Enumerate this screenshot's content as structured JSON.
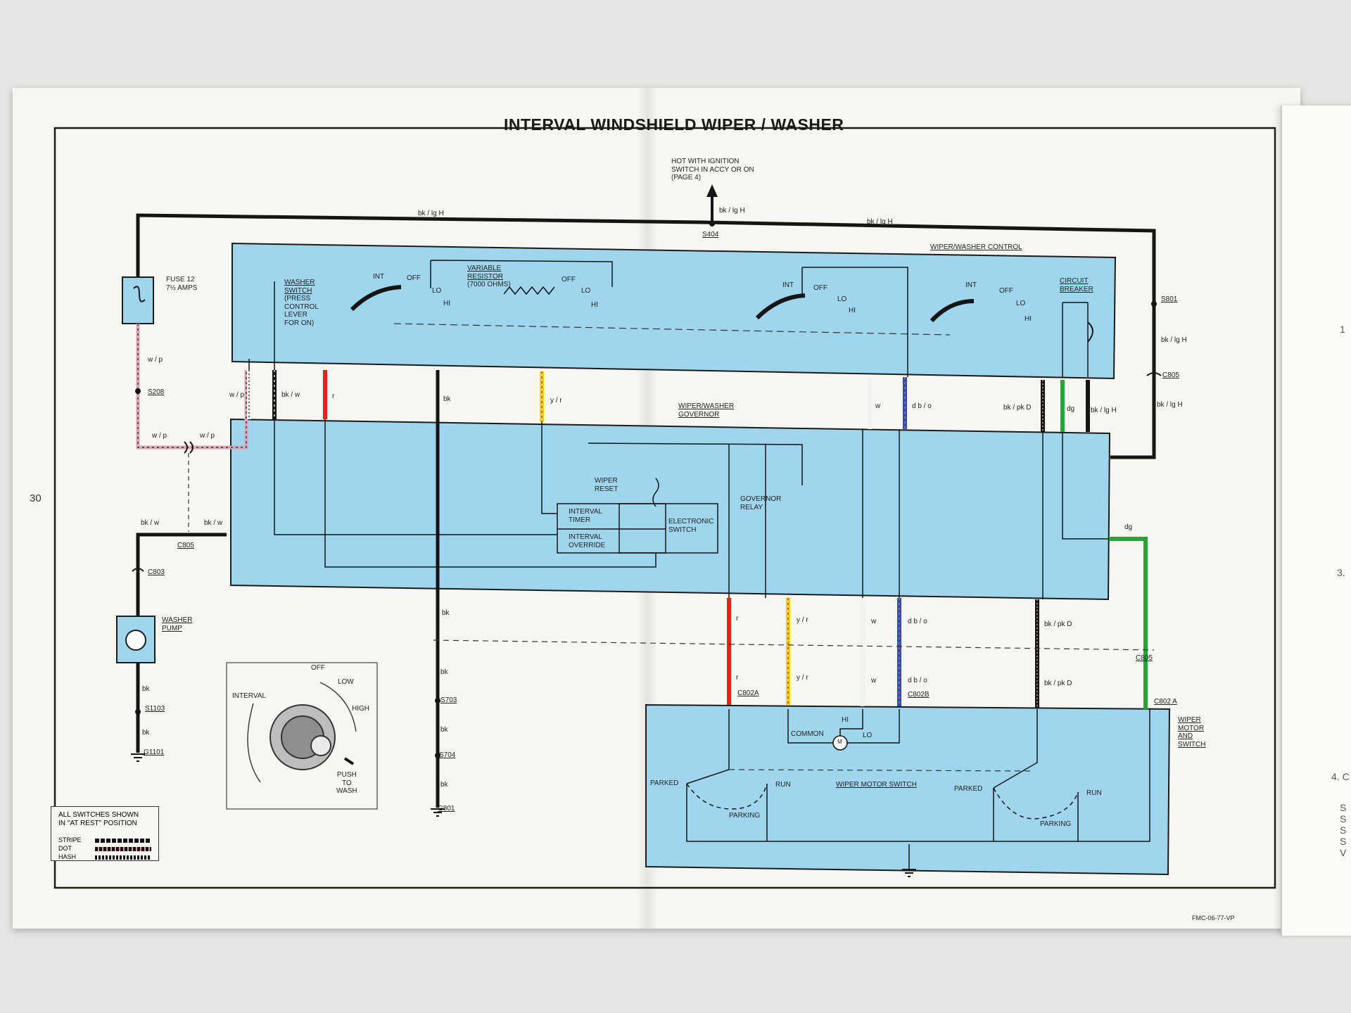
{
  "title": "INTERVAL WINDSHIELD WIPER / WASHER",
  "page_number": "30",
  "doc_code": "FMC-06-77-VP",
  "hot_note": [
    "HOT WITH IGNITION",
    "SWITCH IN ACCY OR ON",
    "(PAGE 4)"
  ],
  "fuse": [
    "FUSE 12",
    "7½ AMPS"
  ],
  "control_label": "WIPER/WASHER CONTROL",
  "washer_switch": [
    "WASHER",
    "SWITCH",
    "(PRESS",
    "CONTROL",
    "LEVER",
    "FOR ON)"
  ],
  "variable_resistor": [
    "VARIABLE",
    "RESISTOR",
    "(7000 OHMS)"
  ],
  "circuit_breaker": [
    "CIRCUIT",
    "BREAKER"
  ],
  "governor_label": [
    "WIPER/WASHER",
    "GOVERNOR"
  ],
  "wiper_reset": [
    "WIPER",
    "RESET"
  ],
  "governor_relay": [
    "GOVERNOR",
    "RELAY"
  ],
  "interval_timer": [
    "INTERVAL",
    "TIMER"
  ],
  "interval_override": [
    "INTERVAL",
    "OVERRIDE"
  ],
  "electronic_switch": [
    "ELECTRONIC",
    "SWITCH"
  ],
  "washer_pump": [
    "WASHER",
    "PUMP"
  ],
  "motor_label": [
    "WIPER",
    "MOTOR",
    "AND",
    "SWITCH"
  ],
  "motor_switch_label": "WIPER MOTOR SWITCH",
  "switch_positions": {
    "int": "INT",
    "off": "OFF",
    "lo": "LO",
    "hi": "HI"
  },
  "motor_terms": {
    "common": "COMMON",
    "hi": "HI",
    "lo": "LO",
    "parked": "PARKED",
    "parking": "PARKING",
    "run": "RUN",
    "m": "M"
  },
  "splices": {
    "s404": "S404",
    "s801": "S801",
    "s208": "S208",
    "s703": "S703",
    "s704": "S704",
    "s1103": "S1103"
  },
  "connectors": {
    "c805_top": "C805",
    "c805_left": "C805",
    "c803": "C803",
    "c802a_left": "C802A",
    "c802b": "C802B",
    "c802a_right": "C802 A",
    "c805_right": "C805"
  },
  "grounds": {
    "g801": "G801",
    "g1101": "G1101"
  },
  "wire_labels": {
    "bk_lg_h": "bk / lg H",
    "w_p": "w / p",
    "bk_w": "bk / w",
    "r": "r",
    "bk": "bk",
    "y_r": "y / r",
    "w": "w",
    "db_o": "d b / o",
    "bk_pk_d": "bk / pk D",
    "dg": "dg"
  },
  "knob_labels": {
    "off": "OFF",
    "low": "LOW",
    "high": "HIGH",
    "interval": "INTERVAL",
    "push": [
      "PUSH",
      "TO",
      "WASH"
    ]
  },
  "legend": {
    "header": [
      "ALL SWITCHES SHOWN",
      "IN \"AT REST\" POSITION"
    ],
    "stripe": "STRIPE",
    "dot": "DOT",
    "hash": "HASH"
  },
  "right_page_marks": [
    "1",
    "3.",
    "4. C",
    "S",
    "S",
    "S",
    "S",
    "V"
  ],
  "colors": {
    "panel": "#9fd6ee",
    "red": "#e0261b",
    "yellow": "#f2d21a",
    "blue": "#2b4fb5",
    "green": "#27a33a",
    "white": "#f4f4f4",
    "black": "#151515"
  }
}
